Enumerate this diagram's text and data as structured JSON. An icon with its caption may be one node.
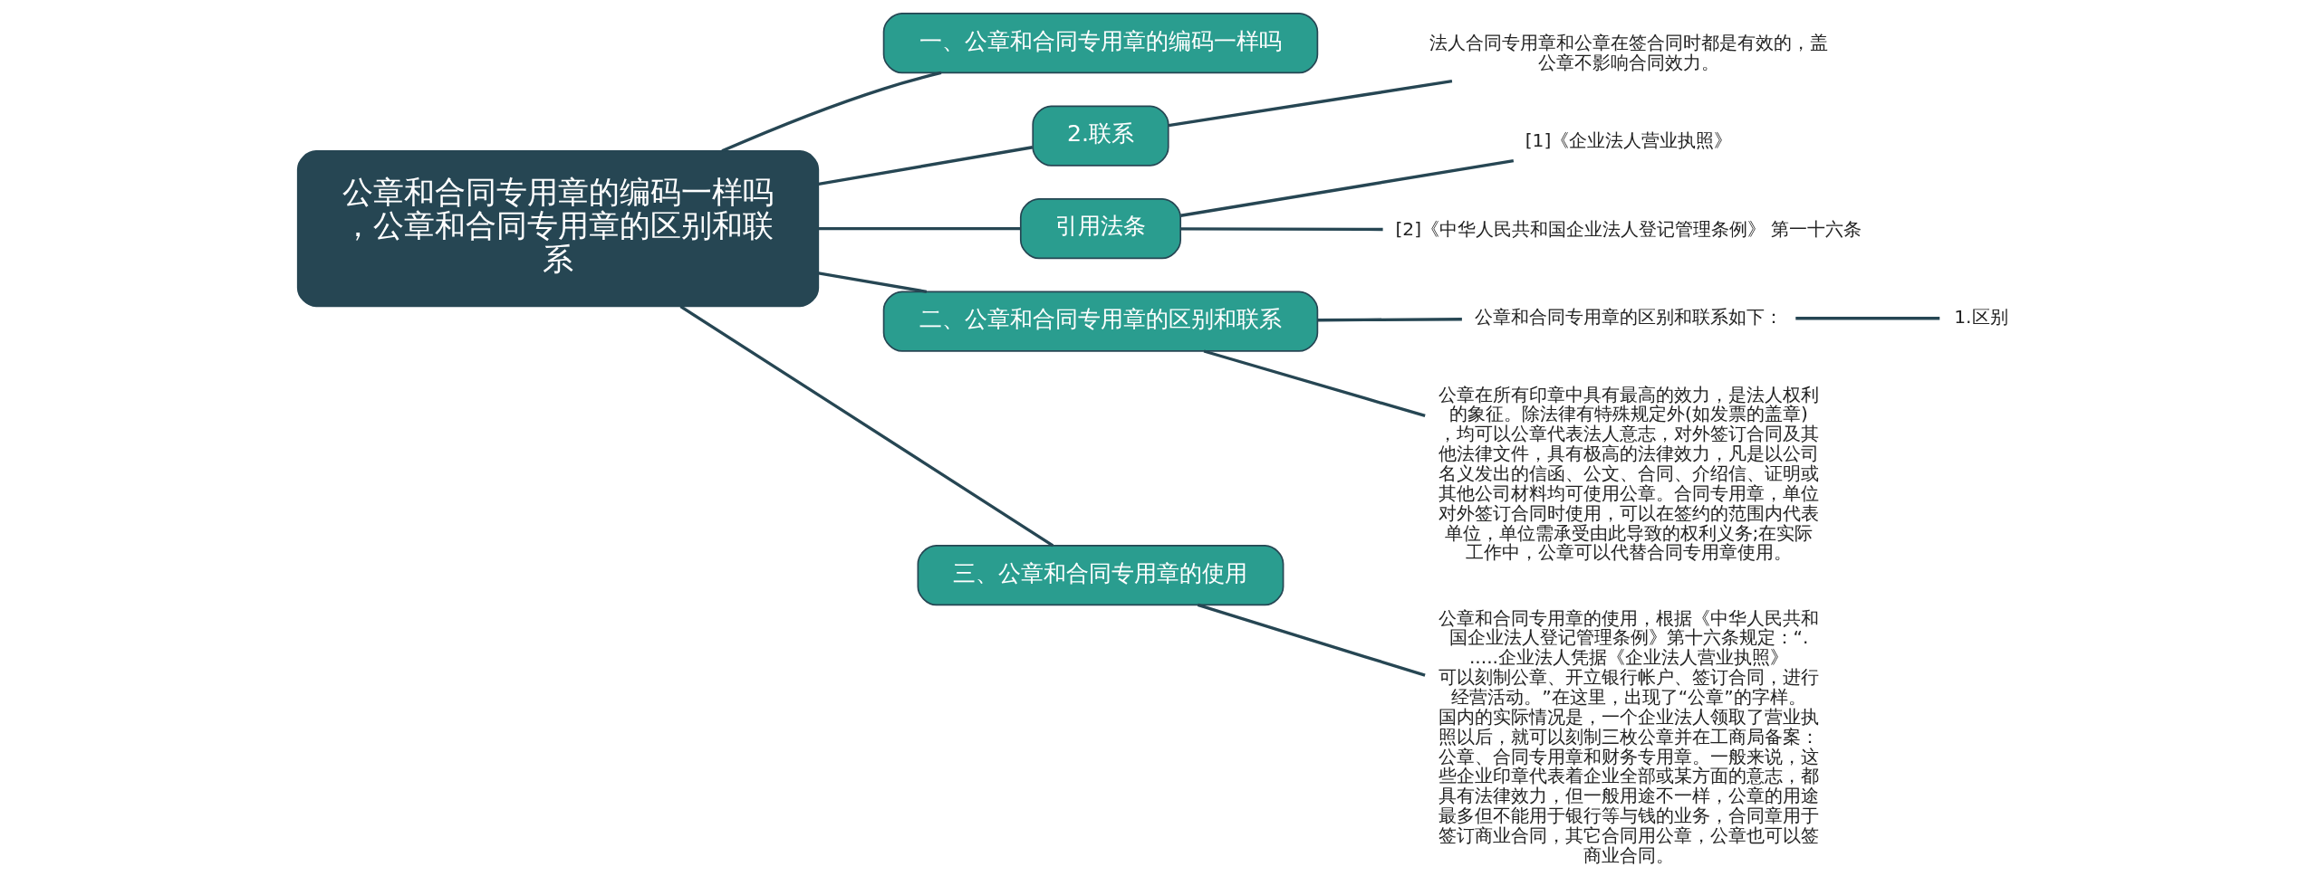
{
  "diagram": {
    "nodes": [
      {
        "text": [
          "公章和合同专用章的编码一样吗，公章和合同专用章的区别和联系"
        ]
      },
      {
        "text": [
          "一、公章和合同专用章的编码一样吗"
        ]
      },
      {
        "text": [
          "2.联系"
        ]
      },
      {
        "text": [
          "法人合同专用章和公章在签合同时都是有效的，盖公章不影响合同效力。"
        ]
      },
      {
        "text": [
          "引用法条"
        ]
      },
      {
        "text": [
          "[1]《企业法人营业执照》"
        ]
      },
      {
        "text": [
          "[2]《中华人民共和国企业法人登记管理条例》 第一十六条"
        ]
      },
      {
        "text": [
          "二、公章和合同专用章的区别和联系"
        ]
      },
      {
        "text": [
          "1.区别"
        ]
      },
      {
        "text": [
          "公章和合同专用章的区别和联系如下："
        ]
      },
      {
        "text": [
          "公章在所有印章中具有最高的效力，是法人权利的象征。除法律有特殊规定外(如发票的盖章)，均可以公章代表法人意志，对外签订合同及其他法律文件，具有极高的法律效力，凡是以公司名义发出的信函、公文、合同、介绍信、证明或其他公司材料均可使用公章。合同专用章，单位对外签订合同时使用，可以在签约的范围内代表单位，单位需承受由此导致的权利义务;在实际工作中，公章可以代替合同专用章使用。"
        ]
      },
      {
        "text": [
          "三、公章和合同专用章的使用"
        ]
      },
      {
        "text": [
          "公章和合同专用章的使用，根据《中华人民共和国企业法人登记管理条例》第十六条规定：“......企业法人凭据《企业法人营业执照》可以刻制公章、开立银行帐户、签订合同，进行经营活动。”在这里，出现了“公章”的字样。国内的实际情况是，一个企业法人领取了营业执照以后，就可以刻制三枚公章并在工商局备案：公章、合同专用章和财务专用章。一般来说，这些企业印章代表着企业全部或某方面的意志，都具有法律效力，但一般用途不一样，公章的用途最多但不能用于银行等与钱的业务，合同章用于签订商业合同，其它合同用公章，公章也可以签商业合同。"
        ]
      }
    ],
    "edges": [
      {
        "from": 0,
        "to": 1,
        "arrow": "none"
      },
      {
        "from": 0,
        "to": 2,
        "arrow": "none"
      },
      {
        "from": 2,
        "to": 3,
        "arrow": "none"
      },
      {
        "from": 0,
        "to": 4,
        "arrow": "none"
      },
      {
        "from": 4,
        "to": 5,
        "arrow": "none"
      },
      {
        "from": 4,
        "to": 6,
        "arrow": "none"
      },
      {
        "from": 0,
        "to": 7,
        "arrow": "none"
      },
      {
        "from": 7,
        "to": 9,
        "arrow": "none"
      },
      {
        "from": 9,
        "to": 8,
        "arrow": "none"
      },
      {
        "from": 7,
        "to": 10,
        "arrow": "none"
      },
      {
        "from": 0,
        "to": 11,
        "arrow": "none"
      },
      {
        "from": 11,
        "to": 12,
        "arrow": "none"
      }
    ]
  }
}
